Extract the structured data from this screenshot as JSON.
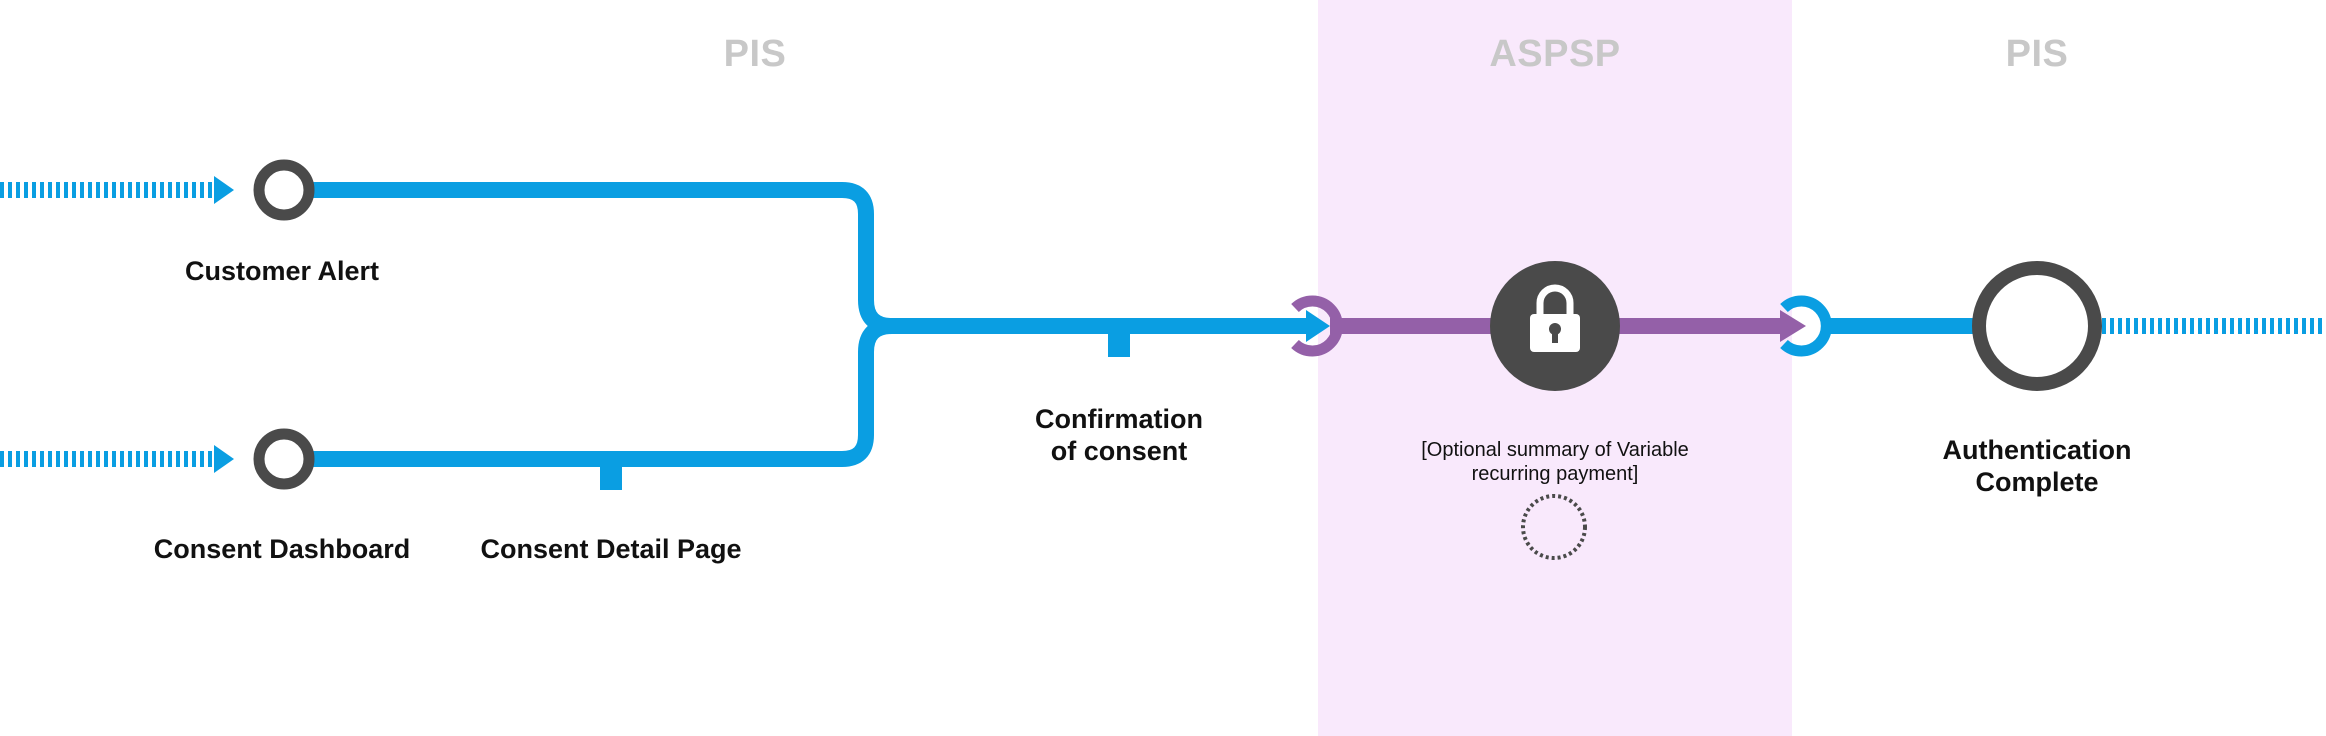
{
  "zones": [
    {
      "title": "PIS"
    },
    {
      "title": "ASPSP",
      "color": "#f9e9fc"
    },
    {
      "title": "PIS"
    }
  ],
  "colors": {
    "pis_line": "#0a9ee2",
    "aspsp_line": "#9460a8",
    "node": "#4a4a4a",
    "zone_title": "#c8c8c8",
    "aspsp_bg": "#f9e9fc"
  },
  "entry_points": [
    {
      "label": "Customer Alert"
    },
    {
      "label": "Consent Dashboard"
    }
  ],
  "steps": {
    "consent_detail": {
      "label": "Consent Detail Page"
    },
    "confirmation": {
      "line1": "Confirmation",
      "line2": "of consent"
    },
    "aspsp_auth": {
      "icon": "lock-icon",
      "note_line1": "[Optional summary of Variable",
      "note_line2": "recurring payment]"
    },
    "complete": {
      "line1": "Authentication",
      "line2": "Complete"
    }
  }
}
